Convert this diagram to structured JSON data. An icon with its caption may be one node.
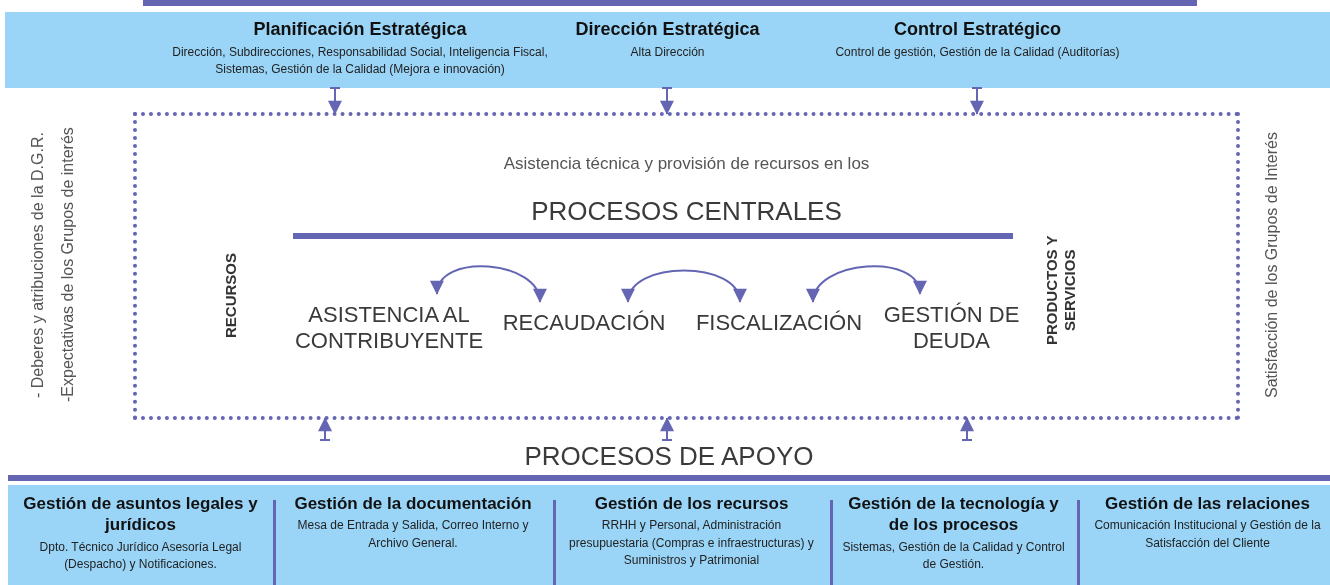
{
  "diagram": {
    "nodes": [
      {
        "text": [],
        "shape": "bar"
      },
      {
        "text": [
          "Planificación Estratégica",
          "Dirección, Subdirecciones, Responsabilidad Social, Inteligencia Fiscal, Sistemas, Gestión de la Calidad (Mejora e innovación)"
        ],
        "in": 0
      },
      {
        "text": [
          "Dirección Estratégica",
          "Alta Dirección"
        ],
        "in": 0
      },
      {
        "text": [
          "Control Estratégico",
          "Control de gestión, Gestión de la Calidad (Auditorías)"
        ],
        "in": 0
      },
      {
        "text": [
          "Asistencia técnica y provisión de recursos en los",
          "PROCESOS CENTRALES"
        ]
      },
      {
        "text": [
          "ASISTENCIA AL CONTRIBUYENTE"
        ],
        "in": 4
      },
      {
        "text": [
          "RECAUDACIÓN"
        ],
        "in": 4
      },
      {
        "text": [
          "FISCALIZACIÓN"
        ],
        "in": 4
      },
      {
        "text": [
          "GESTIÓN DE DEUDA"
        ],
        "in": 4
      },
      {
        "text": [
          "PROCESOS DE APOYO"
        ]
      },
      {
        "text": [
          "Gestión de asuntos legales y jurídicos",
          "Dpto. Técnico Jurídico Asesoría Legal (Despacho) y Notificaciones."
        ],
        "in": 9
      },
      {
        "text": [
          "Gestión de la documentación",
          "Mesa de Entrada y Salida, Correo Interno y Archivo General."
        ],
        "in": 9
      },
      {
        "text": [
          "Gestión de los recursos",
          "RRHH y Personal, Administración presupuestaria (Compras e infraestructuras) y Suministros y Patrimonial"
        ],
        "in": 9
      },
      {
        "text": [
          "Gestión de la tecnología y de los procesos",
          "Sistemas, Gestión de la Calidad y Control de Gestión."
        ],
        "in": 9
      },
      {
        "text": [
          "Gestión de las relaciones",
          "Comunicación Institucional y Gestión de la Satisfacción del Cliente"
        ],
        "in": 9
      }
    ],
    "edges": [
      {
        "from": 1,
        "to": 4,
        "arrow": "to"
      },
      {
        "from": 2,
        "to": 4,
        "arrow": "to"
      },
      {
        "from": 3,
        "to": 4,
        "arrow": "to"
      },
      {
        "from": 5,
        "to": 6,
        "arrow": "both"
      },
      {
        "from": 6,
        "to": 7,
        "arrow": "both"
      },
      {
        "from": 7,
        "to": 8,
        "arrow": "both"
      },
      {
        "from": 9,
        "to": 4,
        "arrow": "to"
      },
      {
        "from": 9,
        "to": 4,
        "arrow": "to"
      },
      {
        "from": 9,
        "to": 4,
        "arrow": "to"
      }
    ],
    "labels": [
      "- Deberes y atribuciones de la D.G.R.",
      "-Expectativas de los Grupos de interés",
      "RECURSOS",
      "PRODUCTOS Y SERVICIOS",
      "Satisfacción de los Grupos de Interés"
    ]
  }
}
